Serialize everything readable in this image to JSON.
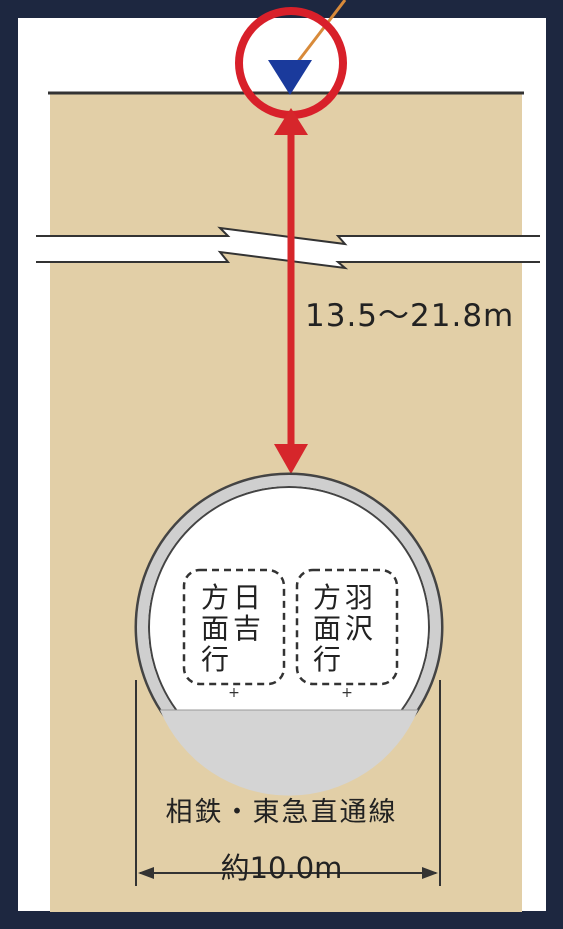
{
  "depth": {
    "label": "13.5～21.8m"
  },
  "tunnel": {
    "line_name": "相鉄・東急直通線",
    "width_label": "約10.0m",
    "track_left": {
      "destination": "日吉",
      "suffix": "方面行"
    },
    "track_right": {
      "destination": "羽沢",
      "suffix": "方面行"
    }
  },
  "colors": {
    "ground": "#e2cfa7",
    "arrow": "#d6262b",
    "water_marker": "#1a3a9c",
    "highlight_circle": "#d8202a",
    "sky": "#ffffff",
    "frame": "#1d2740"
  }
}
